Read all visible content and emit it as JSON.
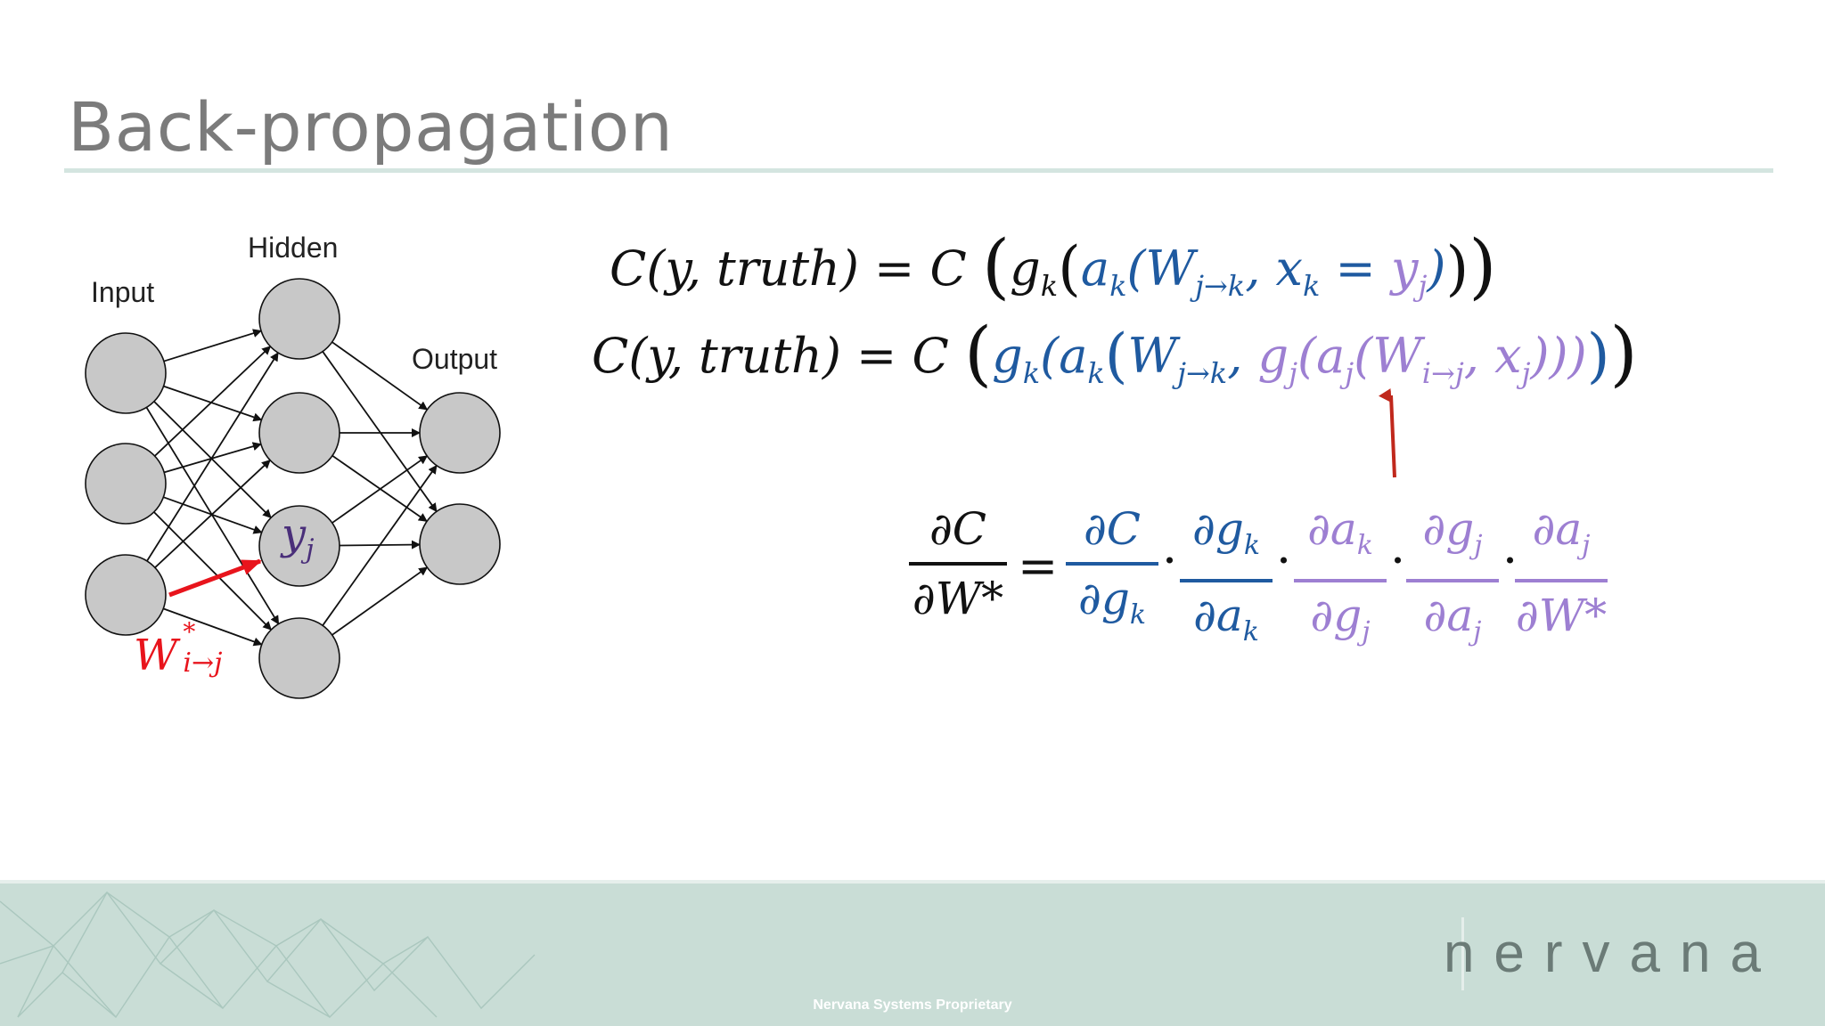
{
  "slide": {
    "title": "Back-propagation"
  },
  "network": {
    "input_label": "Input",
    "hidden_label": "Hidden",
    "output_label": "Output",
    "node_label": "y",
    "node_label_sub": "j",
    "weight_label": "W",
    "weight_label_sup": "*",
    "weight_label_sub": "i→j"
  },
  "equations": {
    "line1": {
      "lhs": "C(y, truth) = C",
      "open_big": "(",
      "g": "g",
      "g_sub": "k",
      "open_mid": "(",
      "a": "a",
      "a_sub": "k",
      "w": "(W",
      "w_sub": "j→k",
      "x": ", x",
      "x_sub": "k",
      "eq": " = ",
      "y": "y",
      "y_sub": "j",
      "close_paren": ")",
      "close_mid": ")",
      "close_big": ")"
    },
    "line2": {
      "lhs": "C(y, truth) = C",
      "open_big": "(",
      "g": "g",
      "g_sub": "k",
      "a": "(a",
      "a_sub": "k",
      "open_mid": "(",
      "w": "W",
      "w_sub": "j→k",
      "comma": ", ",
      "gj": "g",
      "gj_sub": "j",
      "aj": "(a",
      "aj_sub": "j",
      "wij": "(W",
      "wij_sub": "i→j",
      "xj": ", x",
      "xj_sub": "j",
      "close_purple": ")))",
      "close_blue": ")",
      "close_big": ")"
    },
    "chain_rule": {
      "lhs_num": "∂C",
      "lhs_den": "∂W*",
      "equals": "=",
      "dot": "·",
      "terms": [
        {
          "num": "∂C",
          "den": "∂g",
          "den_sub": "k",
          "num_sub": "",
          "color": "#1f5aa0"
        },
        {
          "num": "∂g",
          "num_sub": "k",
          "den": "∂a",
          "den_sub": "k",
          "color": "#1f5aa0"
        },
        {
          "num": "∂a",
          "num_sub": "k",
          "den": "∂g",
          "den_sub": "j",
          "color": "#9d7fd2"
        },
        {
          "num": "∂g",
          "num_sub": "j",
          "den": "∂a",
          "den_sub": "j",
          "color": "#9d7fd2"
        },
        {
          "num": "∂a",
          "num_sub": "j",
          "den": "∂W*",
          "den_sub": "",
          "color": "#9d7fd2"
        }
      ]
    }
  },
  "colors": {
    "blue": "#1f5aa0",
    "purple": "#9d7fd2",
    "red": "#e8141c",
    "node_fill": "#c8c8c8",
    "footer": "#c9ddd6"
  },
  "footer": {
    "brand": "nervana",
    "proprietary": "Nervana Systems Proprietary"
  }
}
